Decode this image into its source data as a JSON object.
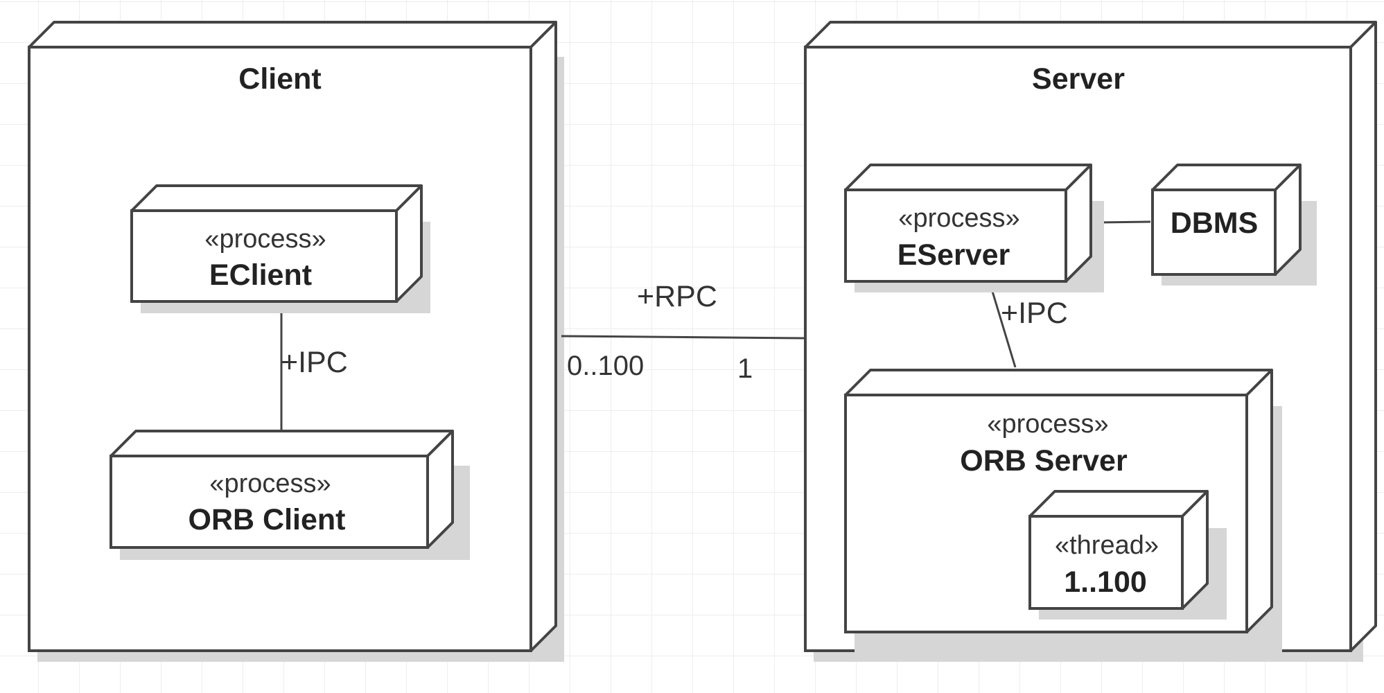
{
  "nodes": {
    "client": {
      "title": "Client"
    },
    "server": {
      "title": "Server"
    },
    "eclient": {
      "stereotype": "«process»",
      "name": "EClient"
    },
    "orb_client": {
      "stereotype": "«process»",
      "name": "ORB Client"
    },
    "eserver": {
      "stereotype": "«process»",
      "name": "EServer"
    },
    "dbms": {
      "name": "DBMS"
    },
    "orb_server": {
      "stereotype": "«process»",
      "name": "ORB Server"
    },
    "thread": {
      "stereotype": "«thread»",
      "name": "1..100"
    }
  },
  "connections": {
    "client_ipc": {
      "label": "+IPC"
    },
    "rpc": {
      "label": "+RPC",
      "source_multiplicity": "0..100",
      "target_multiplicity": "1"
    },
    "server_ipc": {
      "label": "+IPC"
    }
  },
  "colors": {
    "stroke": "#444444",
    "text": "#333333",
    "grid": "#ededed",
    "shadow": "#d6d6d6"
  }
}
